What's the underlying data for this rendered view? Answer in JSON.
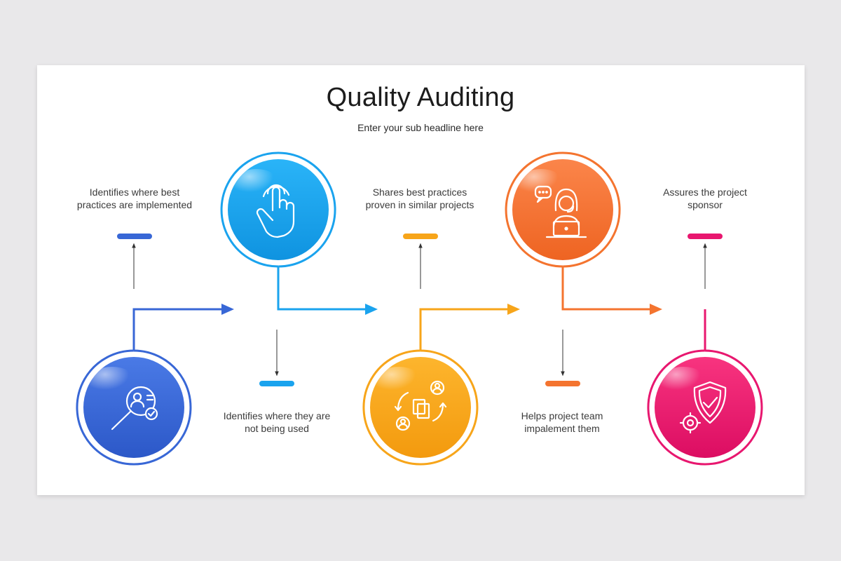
{
  "header": {
    "title": "Quality Auditing",
    "subtitle": "Enter your sub headline here"
  },
  "colors": {
    "step1": "#3867d6",
    "step2": "#1aa3ee",
    "step3": "#f7a51a",
    "step4": "#f4742f",
    "step5": "#e8176f"
  },
  "steps": [
    {
      "text": "Identifies where best practices are implemented",
      "icon": "search-user-check-icon"
    },
    {
      "text": "Identifies where they are not being used",
      "icon": "touch-hand-icon"
    },
    {
      "text": "Shares best practices proven in similar projects",
      "icon": "document-sharing-icon"
    },
    {
      "text": "Helps project team impalement them",
      "icon": "support-agent-icon"
    },
    {
      "text": "Assures the project sponsor",
      "icon": "shield-check-gear-icon"
    }
  ]
}
